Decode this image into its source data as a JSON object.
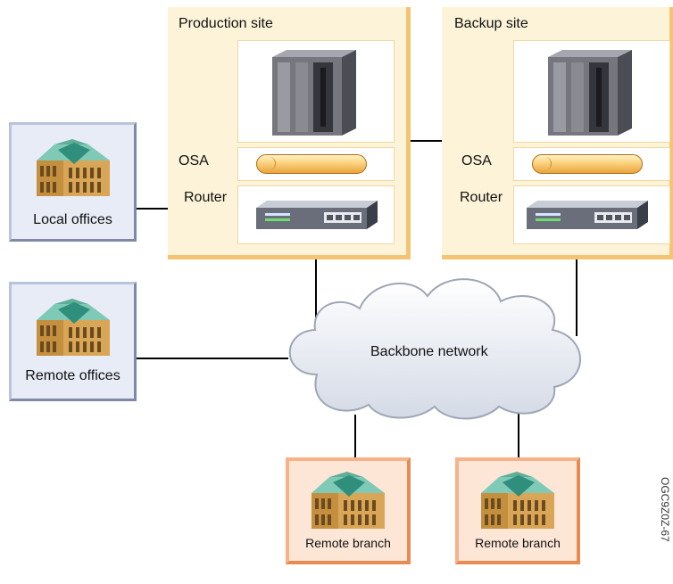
{
  "sites": {
    "production": {
      "title": "Production site",
      "osa_label": "OSA",
      "router_label": "Router"
    },
    "backup": {
      "title": "Backup site",
      "osa_label": "OSA",
      "router_label": "Router"
    }
  },
  "offices": {
    "local": "Local offices",
    "remote": "Remote offices"
  },
  "network": {
    "label": "Backbone network"
  },
  "branches": [
    "Remote branch",
    "Remote branch"
  ],
  "figure_id": "OGC9Z0Z-67",
  "colors": {
    "site_fill": "#fdf3d8",
    "site_border": "#f4c472",
    "office_fill": "#e8ecf6",
    "office_border": "#7e89a8",
    "branch_fill": "#fde6d6",
    "branch_border": "#e98a52",
    "cloud_fill": "#e9edf4"
  }
}
